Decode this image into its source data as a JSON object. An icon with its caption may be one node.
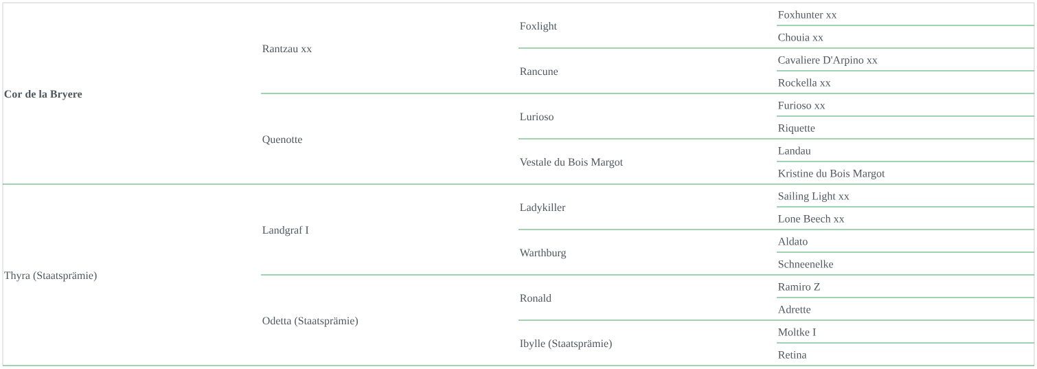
{
  "diagram": {
    "labels": [
      "Cor de la Bryere",
      "Rantzau xx",
      "Foxlight",
      "Foxhunter xx",
      "Chouia xx",
      "Rancune",
      "Cavaliere D'Arpino xx",
      "Rockella xx",
      "Quenotte",
      "Lurioso",
      "Furioso xx",
      "Riquette",
      "Vestale du Bois Margot",
      "Landau",
      "Kristine du Bois Margot",
      "Thyra (Staatsprämie)",
      "Landgraf I",
      "Ladykiller",
      "Sailing Light xx",
      "Lone Beech xx",
      "Warthburg",
      "Aldato",
      "Schneenelke",
      "Odetta (Staatsprämie)",
      "Ronald",
      "Ramiro Z",
      "Adrette",
      "Ibylle (Staatsprämie)",
      "Moltke I",
      "Retina"
    ]
  }
}
